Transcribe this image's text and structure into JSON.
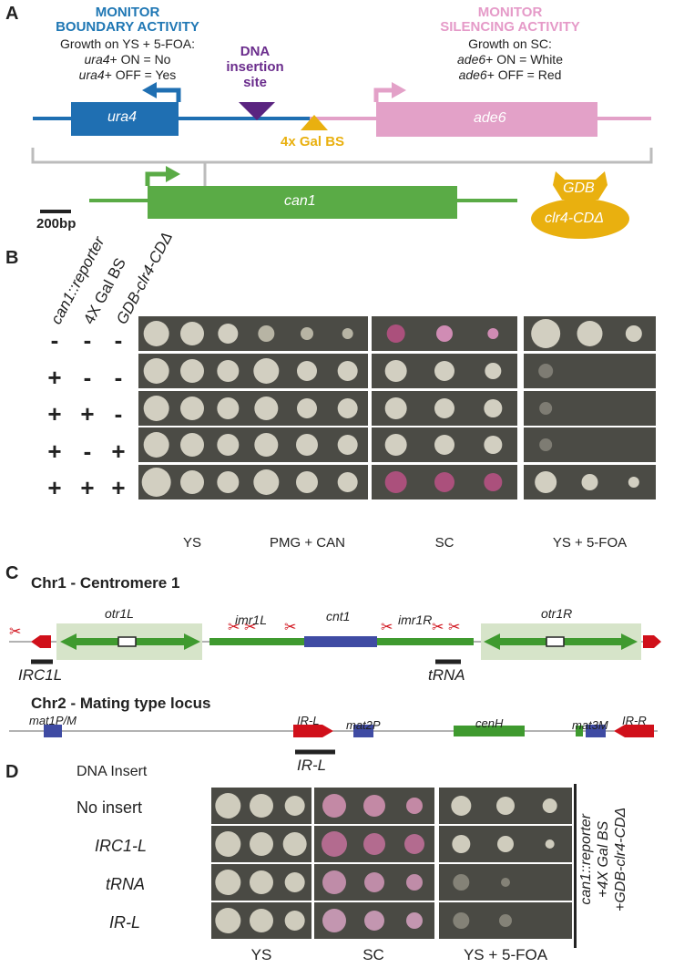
{
  "panelA": {
    "letter": "A",
    "monitor_boundary": {
      "line1": "MONITOR",
      "line2": "BOUNDARY ACTIVITY",
      "growth": "Growth on YS + 5-FOA:",
      "on_gene": "ura4",
      "on_text": "+ ON = No",
      "off_gene": "ura4",
      "off_text": "+ OFF = Yes"
    },
    "dna_insertion": {
      "line1": "DNA",
      "line2": "insertion",
      "line3": "site"
    },
    "monitor_silencing": {
      "line1": "MONITOR",
      "line2": "SILENCING ACTIVITY",
      "growth": "Growth on SC:",
      "on_gene": "ade6",
      "on_text": "+ ON = White",
      "off_gene": "ade6",
      "off_text": "+ OFF = Red"
    },
    "ura4_label": "ura4",
    "ade6_label": "ade6",
    "gal_bs_label": "4x Gal BS",
    "can1_label": "can1",
    "scale_label": "200bp",
    "gdb_label": "GDB",
    "clr4_label": "clr4-CDΔ",
    "colors": {
      "blue": "#1f6fb2",
      "pink": "#e3a1c8",
      "green": "#5aab46",
      "gold": "#e9b00f",
      "purple": "#5a2480",
      "gray": "#bcbcbc"
    }
  },
  "panelB": {
    "letter": "B",
    "row_headers": [
      "can1::reporter",
      "4X Gal BS",
      "GDB-clr4-CDΔ"
    ],
    "rows": [
      [
        "-",
        "-",
        "-"
      ],
      [
        "+",
        "-",
        "-"
      ],
      [
        "+",
        "+",
        "-"
      ],
      [
        "+",
        "-",
        "+"
      ],
      [
        "+",
        "+",
        "+"
      ]
    ],
    "columns": [
      "YS",
      "PMG + CAN",
      "SC",
      "YS + 5-FOA"
    ]
  },
  "panelC": {
    "letter": "C",
    "chr1_title": "Chr1 - Centromere 1",
    "chr1_labels": {
      "otr1L": "otr1L",
      "imr1L": "imr1L",
      "cnt1": "cnt1",
      "imr1R": "imr1R",
      "otr1R": "otr1R",
      "irc1l": "IRC1L",
      "trna": "tRNA"
    },
    "chr2_title": "Chr2 - Mating type locus",
    "chr2_labels": {
      "mat1pm": "mat1P/M",
      "irl": "IR-L",
      "mat2p": "mat2P",
      "cenh": "cenH",
      "mat3m": "mat3M",
      "irr": "IR-R",
      "irl_under": "IR-L"
    }
  },
  "panelD": {
    "letter": "D",
    "header": "DNA Insert",
    "rows": [
      "No insert",
      "IRC1-L",
      "tRNA",
      "IR-L"
    ],
    "columns": [
      "YS",
      "SC",
      "YS + 5-FOA"
    ],
    "side_label": [
      "can1::reporter",
      "+4X Gal BS",
      "+GDB-clr4-CDΔ"
    ]
  }
}
